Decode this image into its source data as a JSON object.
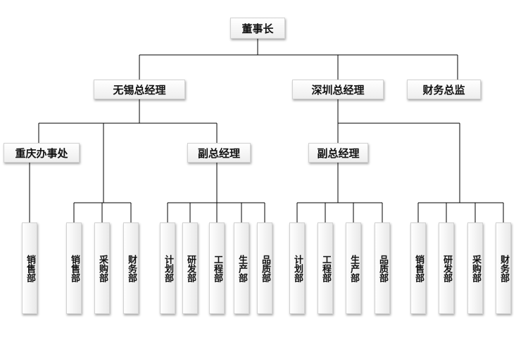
{
  "chairman": "董事长",
  "wuxi_gm": "无锡总经理",
  "shenzhen_gm": "深圳总经理",
  "cfo": "财务总监",
  "chongqing_office": "重庆办事处",
  "deputy_gm_wuxi": "副总经理",
  "deputy_gm_shenzhen": "副总经理",
  "depts": {
    "cq_sales": "销售部",
    "wx_sales": "销售部",
    "wx_purchase": "采购部",
    "wx_finance": "财务部",
    "wxd_plan": "计划部",
    "wxd_rd": "研发部",
    "wxd_eng": "工程部",
    "wxd_prod": "生产部",
    "wxd_quality": "品质部",
    "szd_plan": "计划部",
    "szd_eng": "工程部",
    "szd_prod": "生产部",
    "szd_quality": "品质部",
    "sz_sales": "销售部",
    "sz_rd": "研发部",
    "sz_purchase": "采购部",
    "sz_finance": "财务部"
  }
}
